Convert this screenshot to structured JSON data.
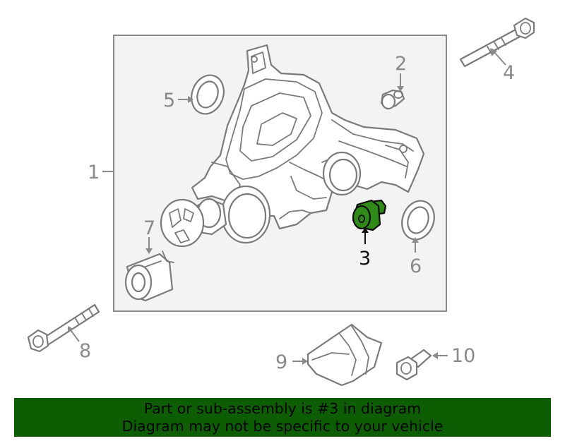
{
  "diagram": {
    "callouts": [
      {
        "id": "1",
        "label": "1"
      },
      {
        "id": "2",
        "label": "2"
      },
      {
        "id": "3",
        "label": "3",
        "highlighted": true
      },
      {
        "id": "4",
        "label": "4"
      },
      {
        "id": "5",
        "label": "5"
      },
      {
        "id": "6",
        "label": "6"
      },
      {
        "id": "7",
        "label": "7"
      },
      {
        "id": "8",
        "label": "8"
      },
      {
        "id": "9",
        "label": "9"
      },
      {
        "id": "10",
        "label": "10"
      }
    ],
    "colors": {
      "highlight_fill": "#2f8a18",
      "line_gray": "#7a7a7a",
      "box_fill": "#f3f3f3",
      "banner_bg": "#0d5e02"
    }
  },
  "banner": {
    "line1": "Part or sub-assembly is #3 in diagram",
    "line2": "Diagram may not be specific to your vehicle"
  }
}
